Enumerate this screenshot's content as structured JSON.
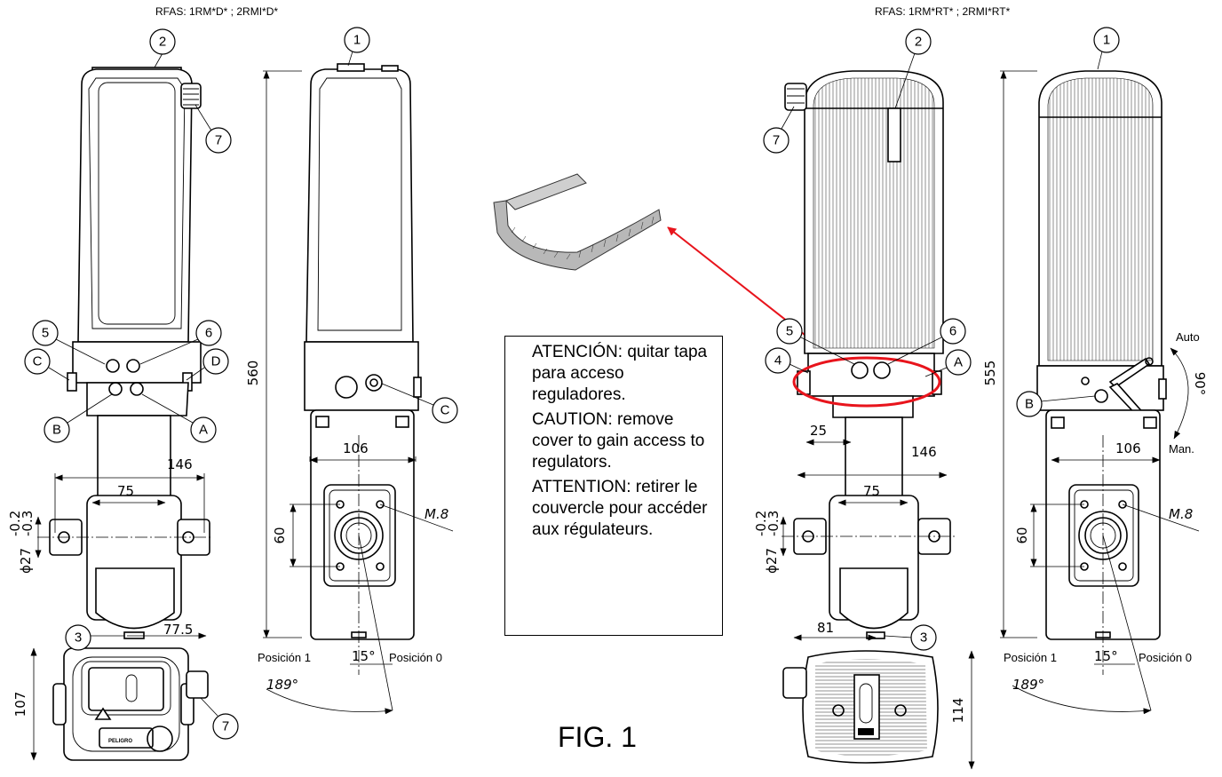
{
  "headers": {
    "left": "RFAS: 1RM*D* ; 2RMI*D*",
    "right": "RFAS: 1RM*RT* ; 2RMI*RT*"
  },
  "note": {
    "es": "ATENCIÓN: quitar tapa para acceso reguladores.",
    "en": "CAUTION: remove cover to gain access to regulators.",
    "fr": "ATTENTION: retirer le couvercle pour accéder aux régulateurs."
  },
  "figure_label": "FIG. 1",
  "callouts": {
    "n1": "1",
    "n2": "2",
    "n3": "3",
    "n4": "4",
    "n5": "5",
    "n6": "6",
    "n7": "7",
    "a": "A",
    "b": "B",
    "c": "C",
    "d": "D"
  },
  "dimensions": {
    "height_left": "560",
    "height_right": "555",
    "width_146": "146",
    "width_75": "75",
    "width_106": "106",
    "width_60": "60",
    "width_77_5": "77.5",
    "width_107": "107",
    "width_114": "114",
    "width_81": "81",
    "width_25": "25",
    "thread": "M.8",
    "shaft_base": "ϕ27",
    "shaft_tol_upper": "-0.2",
    "shaft_tol_lower": "-0.3",
    "angle_15": "15°",
    "angle_189": "189°",
    "angle_90": "90°"
  },
  "positions": {
    "pos1": "Posición 1",
    "pos0": "Posición 0",
    "auto": "Auto",
    "man": "Man."
  },
  "warning_plate": "PELIGRO",
  "colors": {
    "line": "#000000",
    "highlight": "#e8141c",
    "shading": "#9a9a9a"
  }
}
